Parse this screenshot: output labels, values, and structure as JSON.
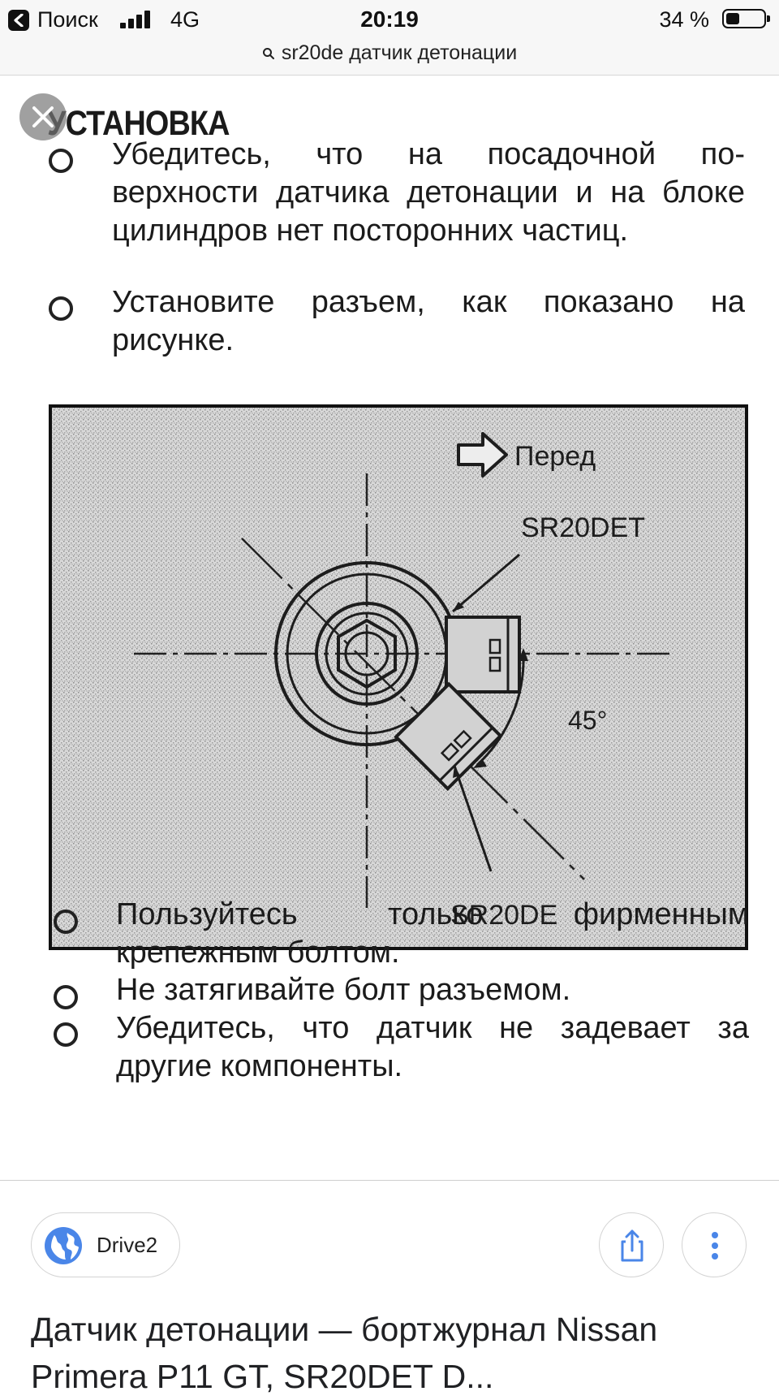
{
  "status_bar": {
    "back_app": "Поиск",
    "network": "4G",
    "time": "20:19",
    "battery": "34 %"
  },
  "url_bar": {
    "query": "sr20de датчик детонации"
  },
  "image": {
    "heading": "УСТАНОВКА",
    "bullets_top": [
      "Убедитесь, что на посадочной по- верхности датчика детонации и на блоке цилиндров нет посторонних частиц.",
      "Установите разъем, как показано на рисунке."
    ],
    "diagram": {
      "front_label": "Перед",
      "label_det": "SR20DET",
      "label_de": "SR20DE",
      "angle_label": "45°"
    },
    "bullets_bottom": [
      "Пользуйтесь только фирменным крепежным болтом.",
      "Не затягивайте болт разъемом.",
      "Убедитесь, что датчик не задевает за другие компоненты."
    ]
  },
  "result": {
    "source": "Drive2",
    "title": "Датчик детонации — бортжурнал Nissan Primera P11 GT, SR20DET D..."
  },
  "colors": {
    "accent_blue": "#4a86e8",
    "bar_bg": "#f7f7f7"
  }
}
